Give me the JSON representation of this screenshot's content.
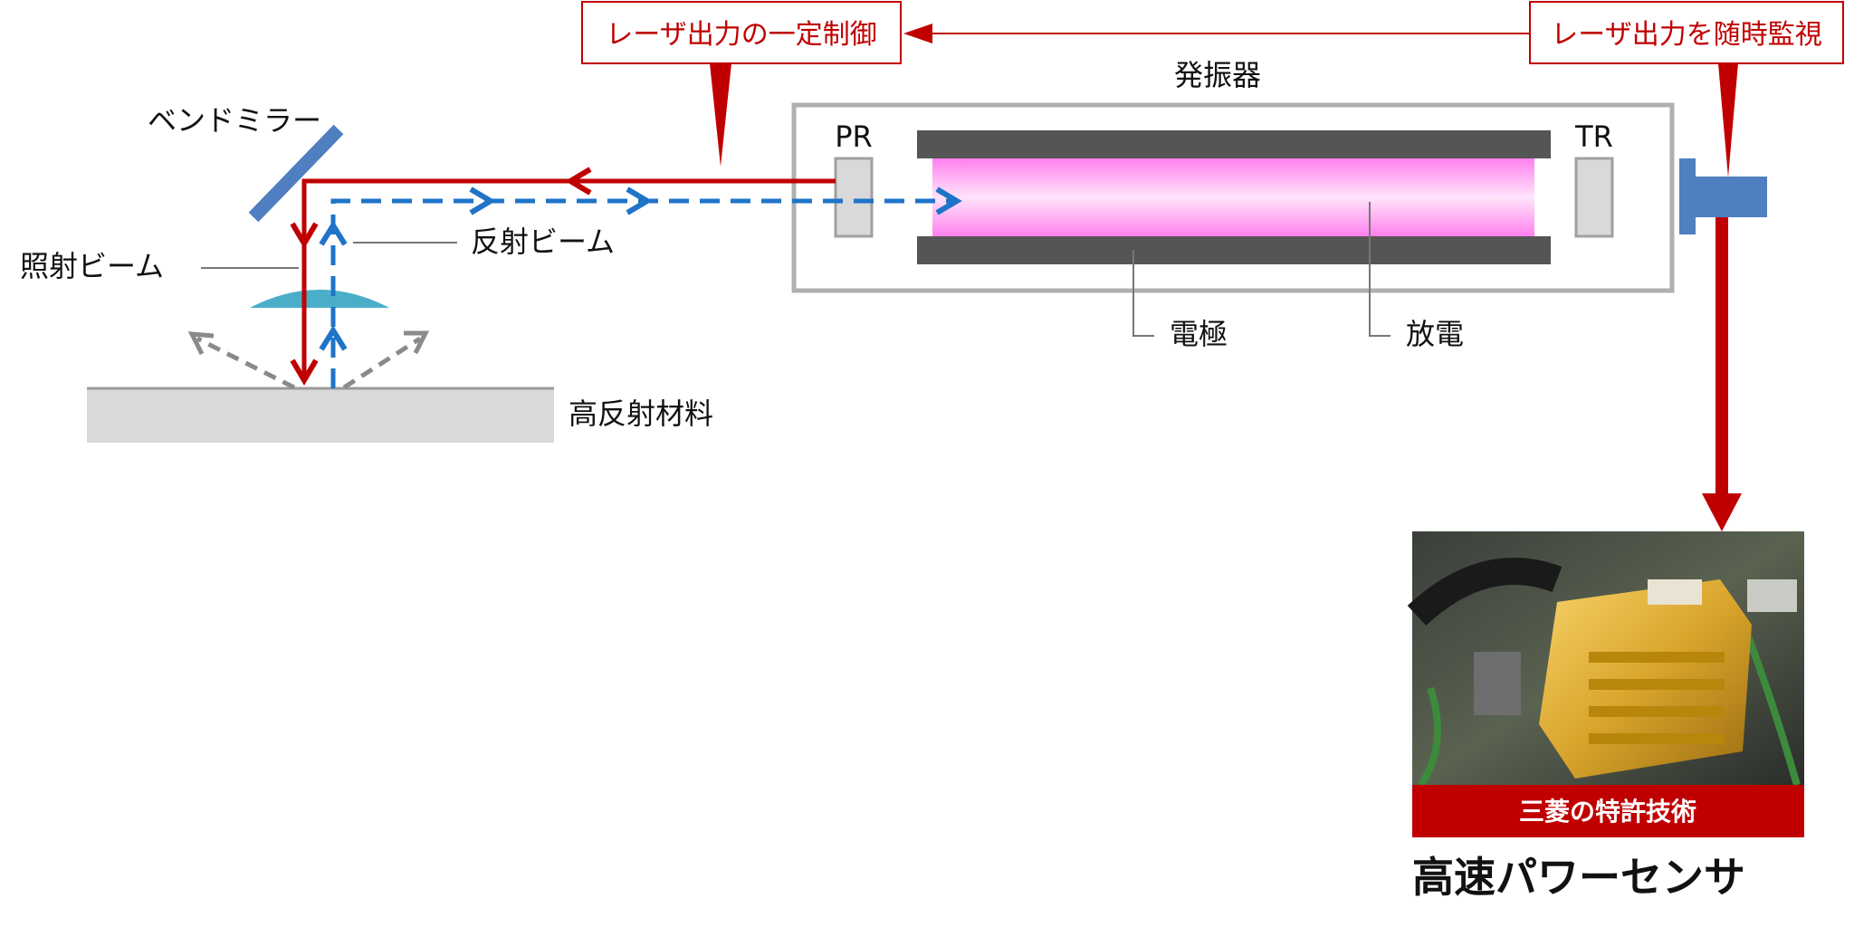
{
  "callouts": {
    "control": "レーザ出力の一定制御",
    "monitor": "レーザ出力を随時監視"
  },
  "labels": {
    "oscillator": "発振器",
    "pr": "PR",
    "tr": "TR",
    "electrode": "電極",
    "discharge": "放電",
    "bend_mirror": "ベンドミラー",
    "irradiation_beam": "照射ビーム",
    "reflected_beam": "反射ビーム",
    "high_reflective_material": "高反射材料"
  },
  "sensor": {
    "banner": "三菱の特許技術",
    "caption": "高速パワーセンサ"
  },
  "colors": {
    "laser_red": "#c00000",
    "reflect_blue": "#1f74c8",
    "scatter_gray": "#8a8a8a",
    "discharge_pink": "#ff8cf0",
    "electrode_gray": "#555555",
    "mirror_blue": "#4f7fc0",
    "lens_teal": "#4aaec8"
  }
}
